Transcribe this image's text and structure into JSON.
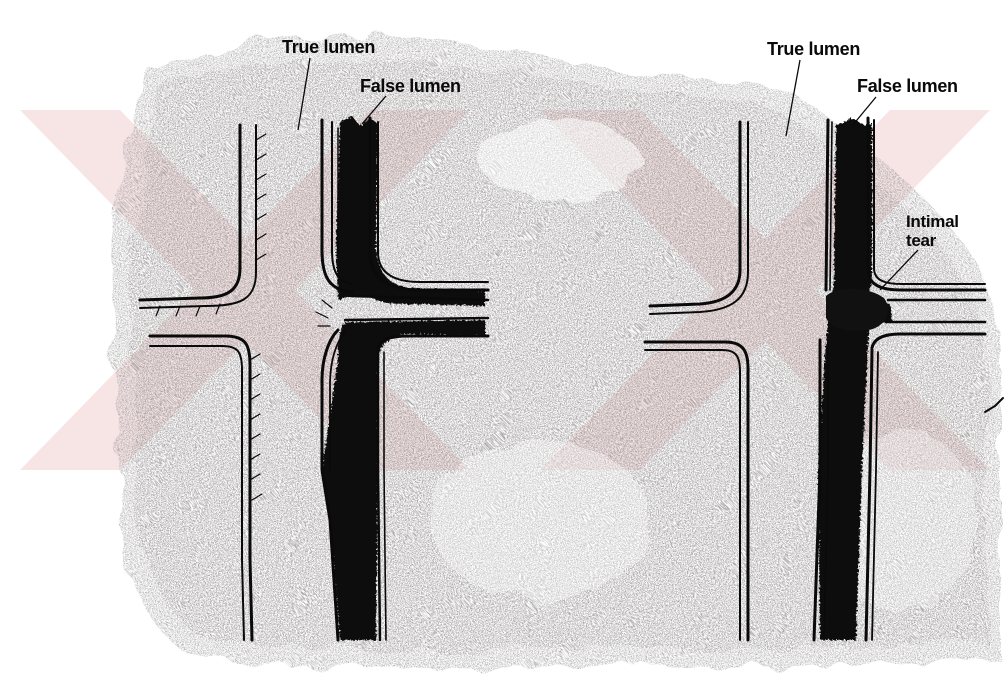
{
  "labels": {
    "true_lumen_left": "True lumen",
    "false_lumen_left": "False lumen",
    "true_lumen_right": "True lumen",
    "false_lumen_right": "False lumen",
    "intimal_tear": "Intimal\ntear"
  },
  "colors": {
    "ink": "#0a0a0a",
    "paper": "#ffffff",
    "stipple": "#b9b6b6",
    "watermark": "#f1d0d3"
  }
}
